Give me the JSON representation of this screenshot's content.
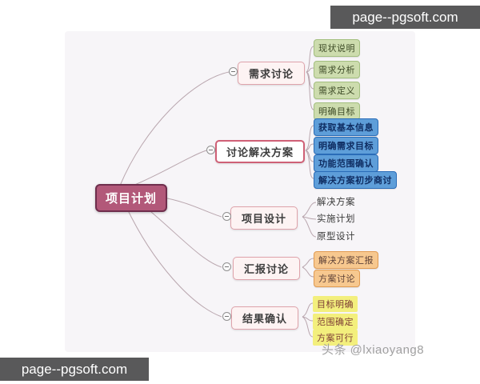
{
  "page": {
    "watermark_top_right": "page--pgsoft.com",
    "watermark_bottom_left": "page--pgsoft.com",
    "author_watermark": "头条 @lxiaoyang8"
  },
  "colors": {
    "root_bg": "#b25879",
    "root_border": "#6f2e4d",
    "branch_bg": "#fdf3f3",
    "branch_border": "#dfa3ab",
    "branch_selected_border": "#cf6076",
    "child_green_bg": "#cddcae",
    "child_green_border": "#a3bf7f",
    "child_blue_bg": "#5e9ed9",
    "child_blue_border": "#2a6cb8",
    "child_orange_bg": "#f7c88f",
    "child_orange_border": "#e19b52",
    "child_yellow_bg": "#f3ef7d",
    "connector_line": "#b9a6ae",
    "watermark_bg": "#59595a",
    "canvas_bg": "#f7f5f8"
  },
  "icons": {
    "collapse": "minus-circle"
  },
  "map": {
    "root": "项目计划",
    "branches": [
      {
        "label": "需求讨论",
        "children": [
          "现状说明",
          "需求分析",
          "需求定义",
          "明确目标"
        ]
      },
      {
        "label": "讨论解决方案",
        "children": [
          "获取基本信息",
          "明确需求目标",
          "功能范围确认",
          "解决方案初步商讨"
        ]
      },
      {
        "label": "项目设计",
        "children": [
          "解决方案",
          "实施计划",
          "原型设计"
        ]
      },
      {
        "label": "汇报讨论",
        "children": [
          "解决方案汇报",
          "方案讨论"
        ]
      },
      {
        "label": "结果确认",
        "children": [
          "目标明确",
          "范围确定",
          "方案可行"
        ]
      }
    ]
  }
}
